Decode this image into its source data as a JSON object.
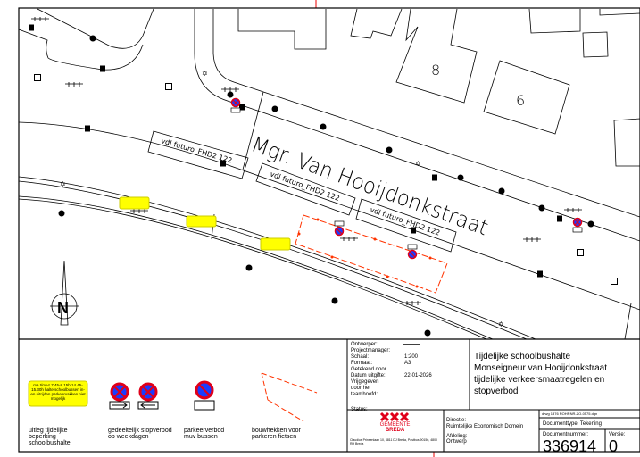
{
  "map": {
    "street_name": "Mgr. Van Hooijdonkstraat",
    "house_numbers": [
      "8",
      "6"
    ],
    "bus_labels": [
      "vdl futuro_FHD2 122",
      "vdl futuro_FHD2 122",
      "vdl futuro_FHD2 122"
    ],
    "north_label": "N",
    "colors": {
      "construction": "#ff3300",
      "sign_yellow": "#ffff00",
      "sign_red": "#e0001a",
      "sign_blue": "#1a3cff"
    }
  },
  "legend": {
    "yellow_sign_text": "ma t/m vr 7.45-8.15h 14.45-15.30h halte schoolbussen in- en uitrijden parkeervakken niet mogelijk",
    "items": [
      {
        "label": "uitleg tijdelijke beperking schoolbushalte",
        "icon": "yellow-notice-sign"
      },
      {
        "label": "gedeeltelijk stopverbod op weekdagen",
        "icon": "no-stopping-sign"
      },
      {
        "label": "parkeerverbod muv bussen",
        "icon": "no-parking-sign"
      },
      {
        "label": "bouwhekken voor parkeren fietsen",
        "icon": "construction-fence"
      }
    ]
  },
  "titleblock": {
    "fields": [
      {
        "label": "Ontwerper:",
        "value": ""
      },
      {
        "label": "Projectmanager:",
        "value": ""
      },
      {
        "label": "Schaal:",
        "value": "1:200"
      },
      {
        "label": "Formaat:",
        "value": "A3"
      },
      {
        "label": "Getekend door",
        "value": ""
      },
      {
        "label": "Datum uitgifte:",
        "value": "22-01-2026"
      },
      {
        "label": "Vrijgegeven door het teamhoofd:",
        "value": ""
      },
      {
        "label": "Status:",
        "value": ""
      }
    ],
    "title_lines": [
      "Tijdelijke schoolbushalte",
      "Monseigneur van Hooijdonkstraat",
      "tijdelijke verkeersmaatregelen en stopverbod"
    ],
    "logo_text": [
      "GEMEENTE",
      "BREDA"
    ],
    "address": "Claudius Prinsenlaan 10, 4811 DJ Breda, Postbus 90156, 4800 RH Breda",
    "directie_label": "Directie:",
    "directie_value": "Ruimtelijke Economisch Domein",
    "afdeling_label": "Afdeling:",
    "afdeling_value": "Ontwerp",
    "drawing_ref": "drwg 1376   ROHRNR-ZO-0575.dgn",
    "documenttype": "Documenttype: Tekening",
    "documentnummer_label": "Documentnummer:",
    "documentnummer": "336914",
    "versie_label": "Versie:",
    "versie": "0"
  }
}
